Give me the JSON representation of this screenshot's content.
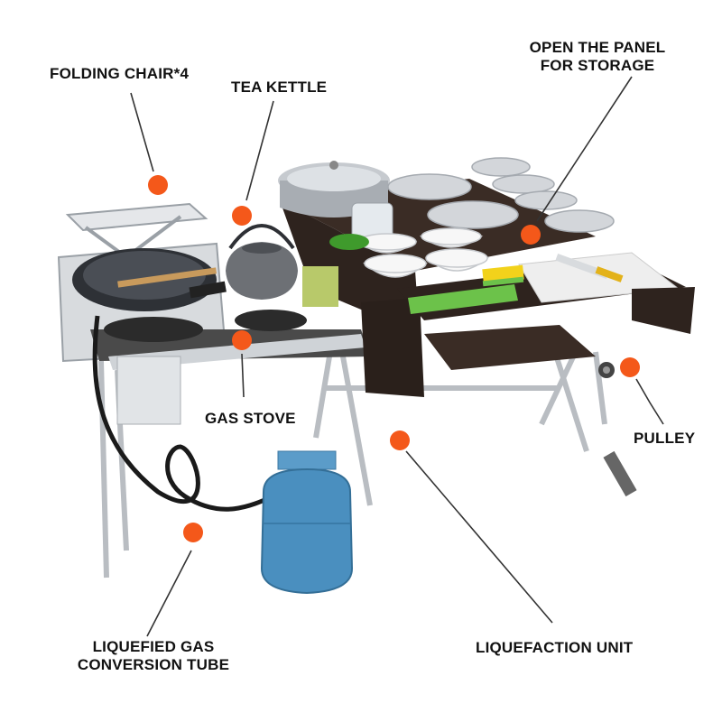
{
  "labels": {
    "folding_chair": "FOLDING CHAIR*4",
    "tea_kettle": "TEA KETTLE",
    "open_panel_line1": "OPEN THE PANEL",
    "open_panel_line2": "FOR STORAGE",
    "gas_stove": "GAS STOVE",
    "pulley": "PULLEY",
    "gas_tube_line1": "LIQUEFIED GAS",
    "gas_tube_line2": "CONVERSION TUBE",
    "liquefaction_unit": "LIQUEFACTION UNIT"
  },
  "colors": {
    "marker": "#f4581a",
    "leader_line": "#333333",
    "tabletop": "#3a2c25",
    "frame": "#c9ccd0",
    "gas_cylinder": "#4a8fbf",
    "green_accent": "#6cc24a",
    "sponge": "#f2d21b",
    "burner": "#2b2b2b"
  }
}
